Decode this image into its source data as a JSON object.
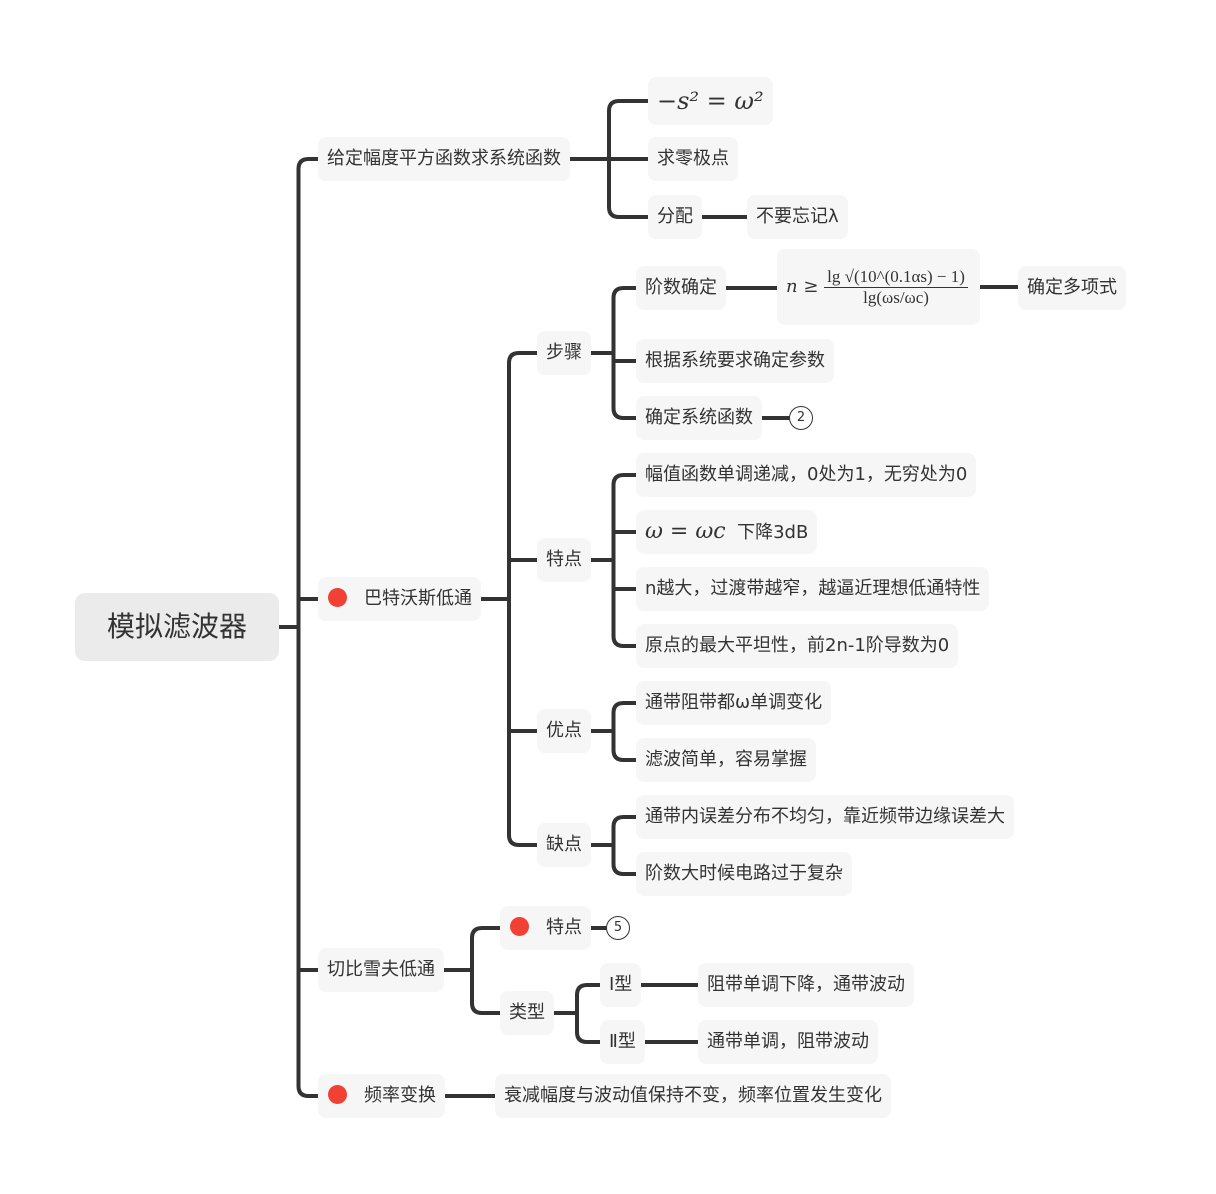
{
  "root": "模拟滤波器",
  "branch1": {
    "label": "给定幅度平方函数求系统函数",
    "formula": "−s² = ω²",
    "find_poles": "求零极点",
    "assign": "分配",
    "assign_note": "不要忘记λ"
  },
  "branch2": {
    "label": "巴特沃斯低通",
    "steps": {
      "label": "步骤",
      "order": "阶数确定",
      "order_formula_lhs": "n ≥",
      "order_formula_num": "lg √(10^(0.1αs) − 1)",
      "order_formula_den": "lg(ωs/ωc)",
      "polynomial": "确定多项式",
      "params": "根据系统要求确定参数",
      "system_fn": "确定系统函数",
      "system_fn_badge": "2"
    },
    "features": {
      "label": "特点",
      "items": [
        "幅值函数单调递减，0处为1，无穷处为0",
        "ω = ωc",
        "下降3dB",
        "n越大，过渡带越窄，越逼近理想低通特性",
        "原点的最大平坦性，前2n-1阶导数为0"
      ]
    },
    "pros": {
      "label": "优点",
      "items": [
        "通带阻带都ω单调变化",
        "滤波简单，容易掌握"
      ]
    },
    "cons": {
      "label": "缺点",
      "items": [
        "通带内误差分布不均匀，靠近频带边缘误差大",
        "阶数大时候电路过于复杂"
      ]
    }
  },
  "branch3": {
    "label": "切比雪夫低通",
    "features": "特点",
    "features_badge": "5",
    "types": "类型",
    "type1": "Ⅰ型",
    "type1_desc": "阻带单调下降，通带波动",
    "type2": "Ⅱ型",
    "type2_desc": "通带单调，阻带波动"
  },
  "branch4": {
    "label": "频率变换",
    "desc": "衰减幅度与波动值保持不变，频率位置发生变化"
  },
  "colors": {
    "line": "#333333",
    "marker": "#f04134",
    "node_bg": "#f6f6f6"
  }
}
